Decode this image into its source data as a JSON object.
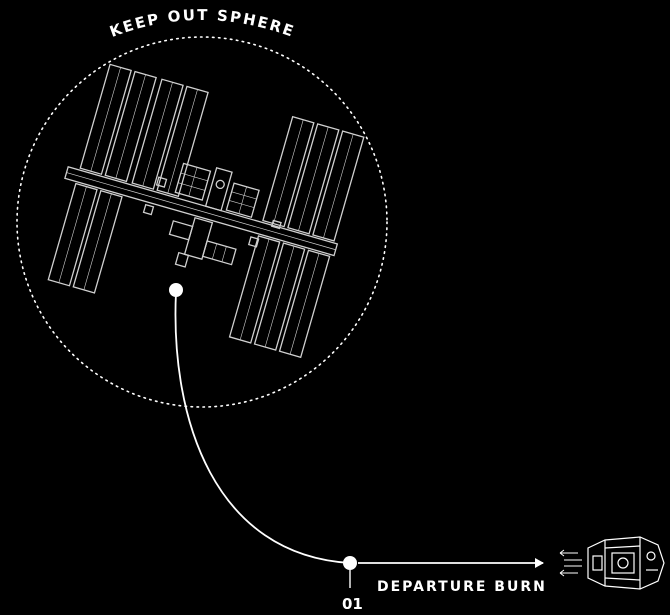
{
  "keep_out_label": "KEEP OUT SPHERE",
  "departure_label": "DEPARTURE BURN",
  "step_number": "01",
  "colors": {
    "background": "#000000",
    "line": "#ffffff",
    "structure": "#d0d0d0"
  },
  "icons": {
    "station": "space-station-icon",
    "capsule": "capsule-icon"
  }
}
